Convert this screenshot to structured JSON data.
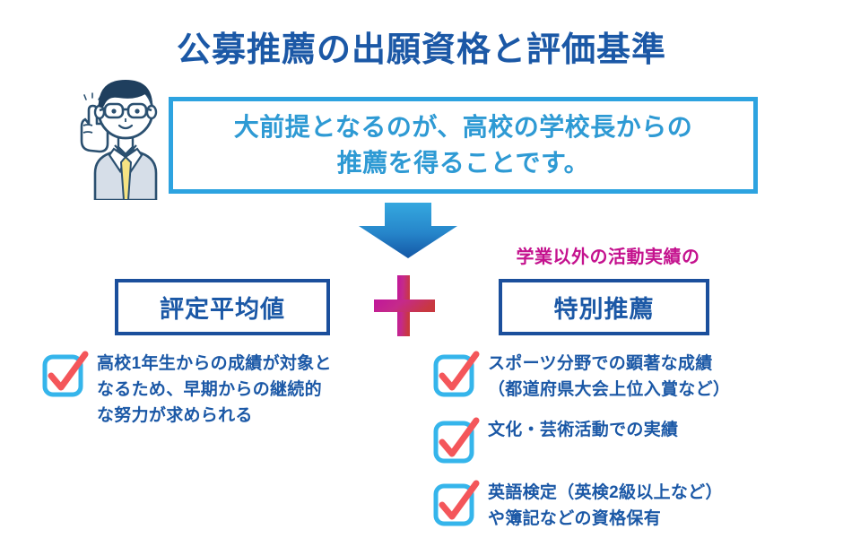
{
  "title": "公募推薦の出願資格と評価基準",
  "premise": {
    "line1": "大前提となるのが、高校の学校長からの",
    "line2": "推薦を得ることです。"
  },
  "flow": {
    "arrow_icon": "down-arrow-icon",
    "plus_icon": "plus-icon"
  },
  "categories": {
    "left": {
      "label": "評定平均値"
    },
    "right": {
      "sub_label": "学業以外の活動実績の",
      "label": "特別推薦"
    }
  },
  "checklist_left": [
    {
      "icon": "checkbox-checked-icon",
      "line1": "高校1年生からの成績が対象と",
      "line2": "なるため、早期からの継続的",
      "line3": "な努力が求められる"
    }
  ],
  "checklist_right": [
    {
      "icon": "checkbox-checked-icon",
      "line1": "スポーツ分野での顕著な成績",
      "line2": "（都道府県大会上位入賞など）"
    },
    {
      "icon": "checkbox-checked-icon",
      "line1": "文化・芸術活動での実績",
      "line2": ""
    },
    {
      "icon": "checkbox-checked-icon",
      "line1": "英語検定（英検2級以上など）",
      "line2": "や簿記などの資格保有"
    }
  ],
  "character": {
    "icon": "man-pointing-up-icon",
    "hair_color": "#1F3F5E",
    "skin_color": "#FFFFFF",
    "suit_color": "#D6DEE8",
    "tie_color": "#F5E382",
    "outline_color": "#2B5070"
  },
  "colors": {
    "title_blue": "#1B58A6",
    "callout_border": "#2DA3E0",
    "callout_text": "#2E9AD4",
    "box_border": "#1B4F9C",
    "box_text": "#1B58A6",
    "magenta": "#C4128E",
    "checkbox_cyan": "#35B5EB",
    "checkmark_red": "#F4565A",
    "arrow_top": "#2E9BD6",
    "arrow_bottom": "#1561AE",
    "background": "#FFFFFF"
  }
}
